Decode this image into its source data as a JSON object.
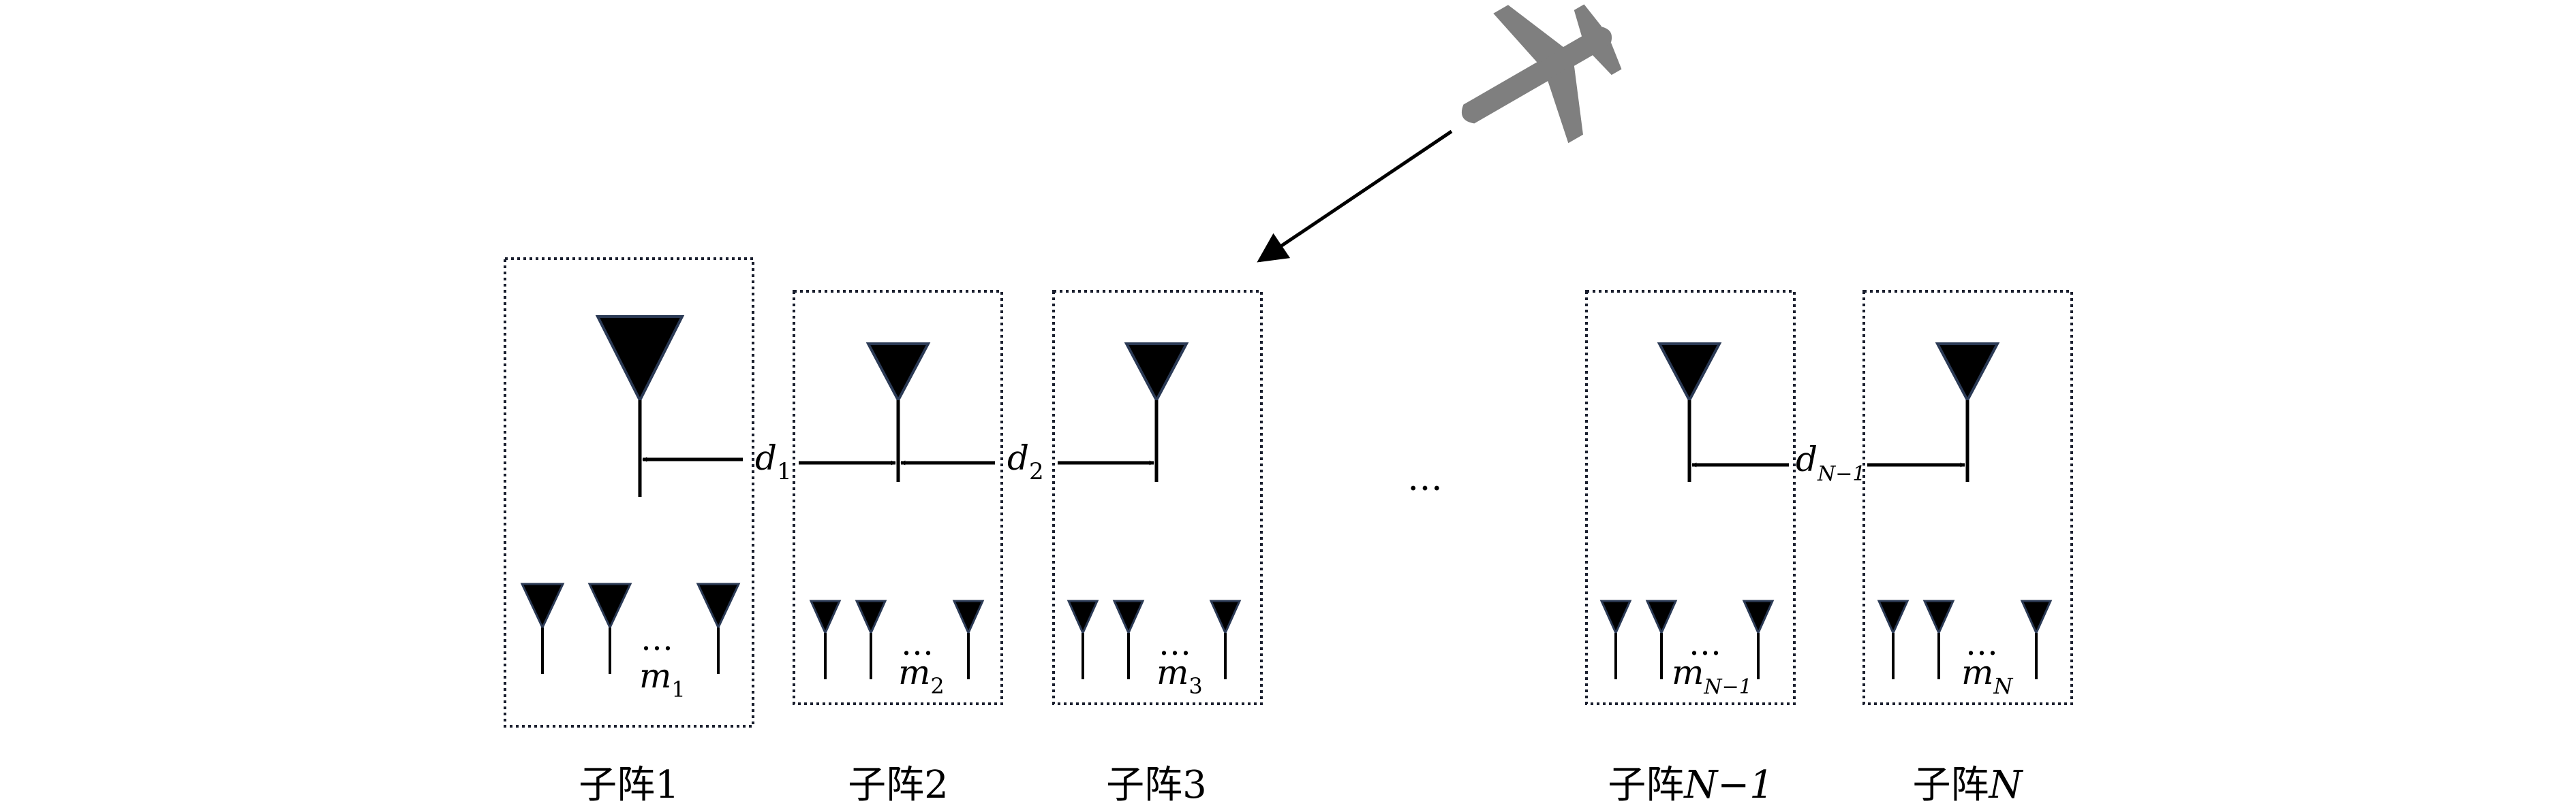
{
  "colors": {
    "antenna_fill": "#000000",
    "antenna_edge": "#2b3a55",
    "box_border": "#1a1f2e",
    "arrow": "#000000",
    "aircraft": "#7f7f7f"
  },
  "icons": {
    "aircraft": "airplane-icon",
    "antenna": "antenna-icon"
  },
  "ellipsis": "…",
  "subarrays": [
    {
      "caption_prefix": "子阵",
      "caption_index": "1",
      "m_base": "m",
      "m_sub": "1"
    },
    {
      "caption_prefix": "子阵",
      "caption_index": "2",
      "m_base": "m",
      "m_sub": "2"
    },
    {
      "caption_prefix": "子阵",
      "caption_index": "3",
      "m_base": "m",
      "m_sub": "3"
    },
    {
      "caption_prefix": "子阵",
      "caption_index": "N−1",
      "m_base": "m",
      "m_sub": "N−1"
    },
    {
      "caption_prefix": "子阵",
      "caption_index": "N",
      "m_base": "m",
      "m_sub": "N"
    }
  ],
  "spacings": [
    {
      "base": "d",
      "sub": "1"
    },
    {
      "base": "d",
      "sub": "2"
    },
    {
      "base": "d",
      "sub": "N−1"
    }
  ]
}
